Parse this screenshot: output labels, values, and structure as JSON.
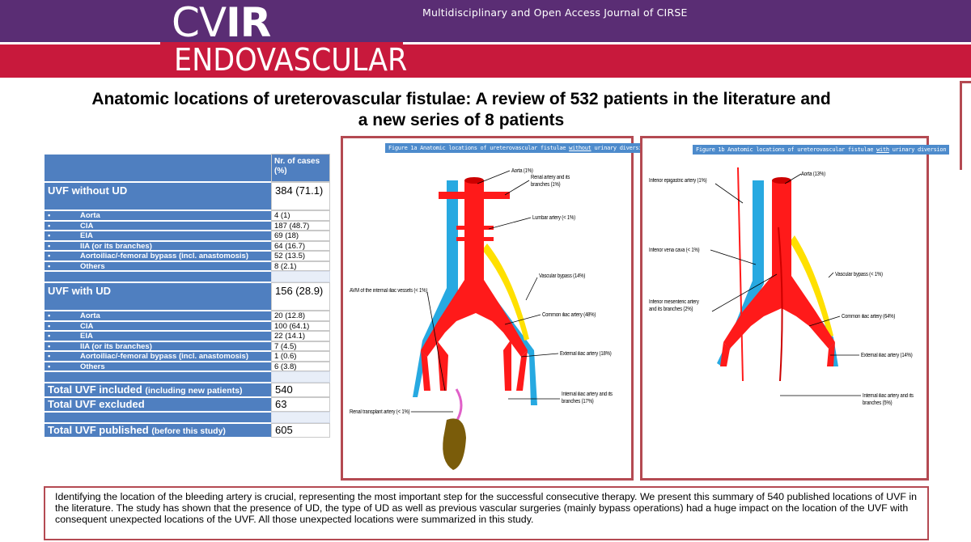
{
  "header": {
    "journal_tagline": "Multidisciplinary and Open Access Journal of CIRSE",
    "logo_top_light": "CV",
    "logo_top_bold": "IR",
    "logo_bottom": "ENDOVASCULAR",
    "colors": {
      "purple": "#5a2d74",
      "red": "#c8193c"
    }
  },
  "title": {
    "line1": "Anatomic locations of ureterovascular fistulae: A review of 532 patients in the literature and",
    "line2": "a new series of 8 patients"
  },
  "table": {
    "col_header": "Nr. of cases (%)",
    "bullet": "•",
    "without": {
      "label": "UVF without UD",
      "value": "384 (71.1)",
      "rows": [
        {
          "label": "Aorta",
          "value": "4 (1)"
        },
        {
          "label": "CIA",
          "value": "187 (48.7)"
        },
        {
          "label": "EIA",
          "value": "69 (18)"
        },
        {
          "label": "IIA (or its branches)",
          "value": "64 (16.7)"
        },
        {
          "label": "Aortoiliac/-femoral bypass (incl. anastomosis)",
          "value": "52 (13.5)"
        },
        {
          "label": "Others",
          "value": "8 (2.1)"
        }
      ]
    },
    "with": {
      "label": "UVF with UD",
      "value": "156 (28.9)",
      "rows": [
        {
          "label": "Aorta",
          "value": "20 (12.8)"
        },
        {
          "label": "CIA",
          "value": "100 (64.1)"
        },
        {
          "label": "EIA",
          "value": "22 (14.1)"
        },
        {
          "label": "IIA (or its branches)",
          "value": "7 (4.5)"
        },
        {
          "label": "Aortoiliac/-femoral bypass (incl. anastomosis)",
          "value": "1 (0.6)"
        },
        {
          "label": "Others",
          "value": "6 (3.8)"
        }
      ]
    },
    "totals": {
      "included_label": "Total UVF included",
      "included_note": "(including new patients)",
      "included_value": "540",
      "excluded_label": "Total UVF excluded",
      "excluded_value": "63",
      "published_label": "Total UVF published",
      "published_note": "(before this study)",
      "published_value": "605"
    }
  },
  "figure1": {
    "caption_pre": "Figure 1a Anatomic locations of ureterovascular fistulae ",
    "caption_em": "without",
    "caption_post": " urinary diversion",
    "labels": {
      "aorta": "Aorta (1%)",
      "renal": "Renal artery and its branches (1%)",
      "lumbar": "Lumbar artery (< 1%)",
      "bypass": "Vascular bypass (14%)",
      "avm": "AVM of the internal iliac vessels (< 1%)",
      "cia": "Common iliac artery (48%)",
      "eia": "External iliac artery (18%)",
      "iia": "Internal iliac artery and its branches (17%)",
      "transplant": "Renal transplant artery (< 1%)"
    }
  },
  "figure2": {
    "caption_pre": "Figure 1b Anatomic locations of ureterovascular fistulae ",
    "caption_em": "with",
    "caption_post": " urinary diversion",
    "labels": {
      "epigastric": "Inferior epigastric artery (1%)",
      "aorta": "Aorta (13%)",
      "vena": "Inferior vena cava (< 1%)",
      "bypass": "Vascular bypass (< 1%)",
      "mesenteric": "Inferior mesenteric artery and its branches (2%)",
      "cia": "Common iliac artery (64%)",
      "eia": "External iliac artery (14%)",
      "iia": "Internal iliac artery and its branches (5%)"
    }
  },
  "summary": "Identifying the location of the bleeding artery is crucial, representing the most important step for the successful consecutive therapy. We present this summary of 540 published locations of UVF in the literature. The study has shown that the presence of UD, the type of UD as well as previous vascular surgeries (mainly bypass operations) had a huge impact on the location of the UVF with consequent unexpected locations of the UVF. All those unexpected locations were summarized in this study.",
  "colors": {
    "artery": "#ff1a1a",
    "vein": "#27a9e1",
    "bypass": "#ffe000",
    "ureter_graft": "#e060c8",
    "kidney": "#7a5c0a",
    "panel_border": "#b44a52",
    "table_blue": "#4f7fc0"
  }
}
